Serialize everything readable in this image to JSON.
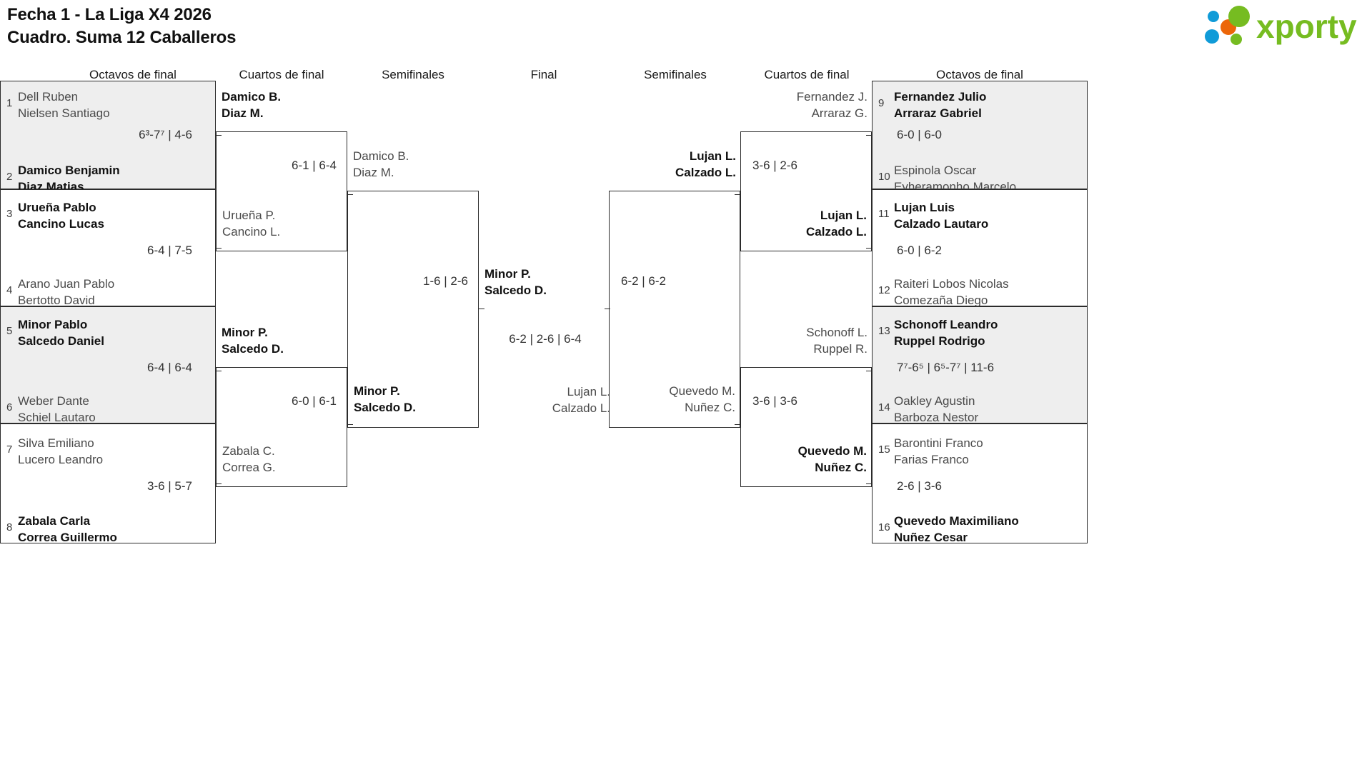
{
  "header": {
    "title_line1": "Fecha 1 - La Liga X4 2026",
    "title_line2": "Cuadro. Suma 12 Caballeros",
    "logo_text": "xporty",
    "logo_colors": {
      "green": "#76bc21",
      "orange": "#ec6608",
      "blue": "#109bd8"
    }
  },
  "round_headers": {
    "r16_left": "Octavos de final",
    "qf_left": "Cuartos de final",
    "sf_left": "Semifinales",
    "final": "Final",
    "sf_right": "Semifinales",
    "qf_right": "Cuartos de final",
    "r16_right": "Octavos de final"
  },
  "chart_data": {
    "type": "bracket",
    "title": "Fecha 1 - La Liga X4 2026 — Cuadro. Suma 12 Caballeros",
    "size": 16,
    "rounds": [
      "Octavos de final",
      "Cuartos de final",
      "Semifinales",
      "Final"
    ]
  },
  "left": {
    "r16": [
      {
        "seed_a": "1",
        "a_l1": "Dell Ruben",
        "a_l2": "Nielsen Santiago",
        "a_win": false,
        "score": "6³-7⁷ | 4-6",
        "seed_b": "2",
        "b_l1": "Damico Benjamin",
        "b_l2": "Diaz Matias",
        "b_win": true
      },
      {
        "seed_a": "3",
        "a_l1": "Urueña Pablo",
        "a_l2": "Cancino Lucas",
        "a_win": true,
        "score": "6-4 | 7-5",
        "seed_b": "4",
        "b_l1": "Arano Juan Pablo",
        "b_l2": "Bertotto David",
        "b_win": false
      },
      {
        "seed_a": "5",
        "a_l1": "Minor Pablo",
        "a_l2": "Salcedo Daniel",
        "a_win": true,
        "score": "6-4 | 6-4",
        "seed_b": "6",
        "b_l1": "Weber Dante",
        "b_l2": "Schiel Lautaro",
        "b_win": false
      },
      {
        "seed_a": "7",
        "a_l1": "Silva Emiliano",
        "a_l2": "Lucero Leandro",
        "a_win": false,
        "score": "3-6 | 5-7",
        "seed_b": "8",
        "b_l1": "Zabala Carla",
        "b_l2": "Correa Guillermo",
        "b_win": true
      }
    ],
    "qf": [
      {
        "a_l1": "Damico B.",
        "a_l2": "Diaz M.",
        "a_win": true,
        "score": "6-1 | 6-4",
        "b_l1": "Urueña P.",
        "b_l2": "Cancino L.",
        "b_win": false
      },
      {
        "a_l1": "Minor P.",
        "a_l2": "Salcedo D.",
        "a_win": true,
        "score": "6-0 | 6-1",
        "b_l1": "Zabala C.",
        "b_l2": "Correa G.",
        "b_win": false
      }
    ],
    "sf": [
      {
        "a_l1": "Damico B.",
        "a_l2": "Diaz M.",
        "a_win": false,
        "score": "1-6 | 2-6",
        "b_l1": "Minor P.",
        "b_l2": "Salcedo D.",
        "b_win": true
      }
    ]
  },
  "final": {
    "a_l1": "Minor P.",
    "a_l2": "Salcedo D.",
    "a_win": true,
    "score": "6-2 | 2-6 | 6-4",
    "b_l1": "Lujan L.",
    "b_l2": "Calzado L.",
    "b_win": false
  },
  "right": {
    "sf": [
      {
        "a_l1": "Lujan L.",
        "a_l2": "Calzado L.",
        "a_win": true,
        "score": "6-2 | 6-2",
        "b_l1": "Quevedo M.",
        "b_l2": "Nuñez C.",
        "b_win": false
      }
    ],
    "qf": [
      {
        "a_l1": "Fernandez J.",
        "a_l2": "Arraraz G.",
        "a_win": false,
        "score": "3-6 | 2-6",
        "b_l1": "Lujan L.",
        "b_l2": "Calzado L.",
        "b_win": true
      },
      {
        "a_l1": "Schonoff L.",
        "a_l2": "Ruppel R.",
        "a_win": false,
        "score": "3-6 | 3-6",
        "b_l1": "Quevedo M.",
        "b_l2": "Nuñez C.",
        "b_win": true
      }
    ],
    "r16": [
      {
        "seed_a": "9",
        "a_l1": "Fernandez Julio",
        "a_l2": "Arraraz Gabriel",
        "a_win": true,
        "score": "6-0 | 6-0",
        "seed_b": "10",
        "b_l1": "Espinola Oscar",
        "b_l2": "Eyheramonho Marcelo",
        "b_win": false
      },
      {
        "seed_a": "11",
        "a_l1": "Lujan Luis",
        "a_l2": "Calzado Lautaro",
        "a_win": true,
        "score": "6-0 | 6-2",
        "seed_b": "12",
        "b_l1": "Raiteri Lobos Nicolas",
        "b_l2": "Comezaña Diego",
        "b_win": false
      },
      {
        "seed_a": "13",
        "a_l1": "Schonoff Leandro",
        "a_l2": "Ruppel Rodrigo",
        "a_win": true,
        "score": "7⁷-6⁵ | 6⁵-7⁷ | 11-6",
        "seed_b": "14",
        "b_l1": "Oakley Agustin",
        "b_l2": "Barboza Nestor",
        "b_win": false
      },
      {
        "seed_a": "15",
        "a_l1": "Barontini Franco",
        "a_l2": "Farias Franco",
        "a_win": false,
        "score": "2-6 | 3-6",
        "seed_b": "16",
        "b_l1": "Quevedo Maximiliano",
        "b_l2": "Nuñez Cesar",
        "b_win": true
      }
    ]
  }
}
